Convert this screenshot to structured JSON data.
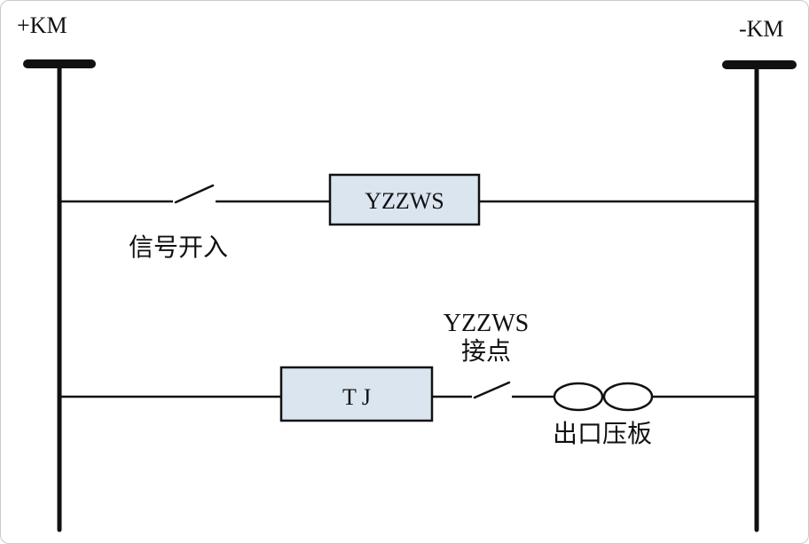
{
  "diagram": {
    "bus_positive_label": "+KM",
    "bus_negative_label": "-KM",
    "branch1": {
      "switch_label": "信号开入",
      "relay_label": "YZZWS"
    },
    "branch2": {
      "relay_label": "T J",
      "contact_label_line1": "YZZWS",
      "contact_label_line2": "接点",
      "link_label": "出口压板"
    },
    "colors": {
      "relay_fill": "#dbe5ef",
      "line": "#111111"
    }
  }
}
